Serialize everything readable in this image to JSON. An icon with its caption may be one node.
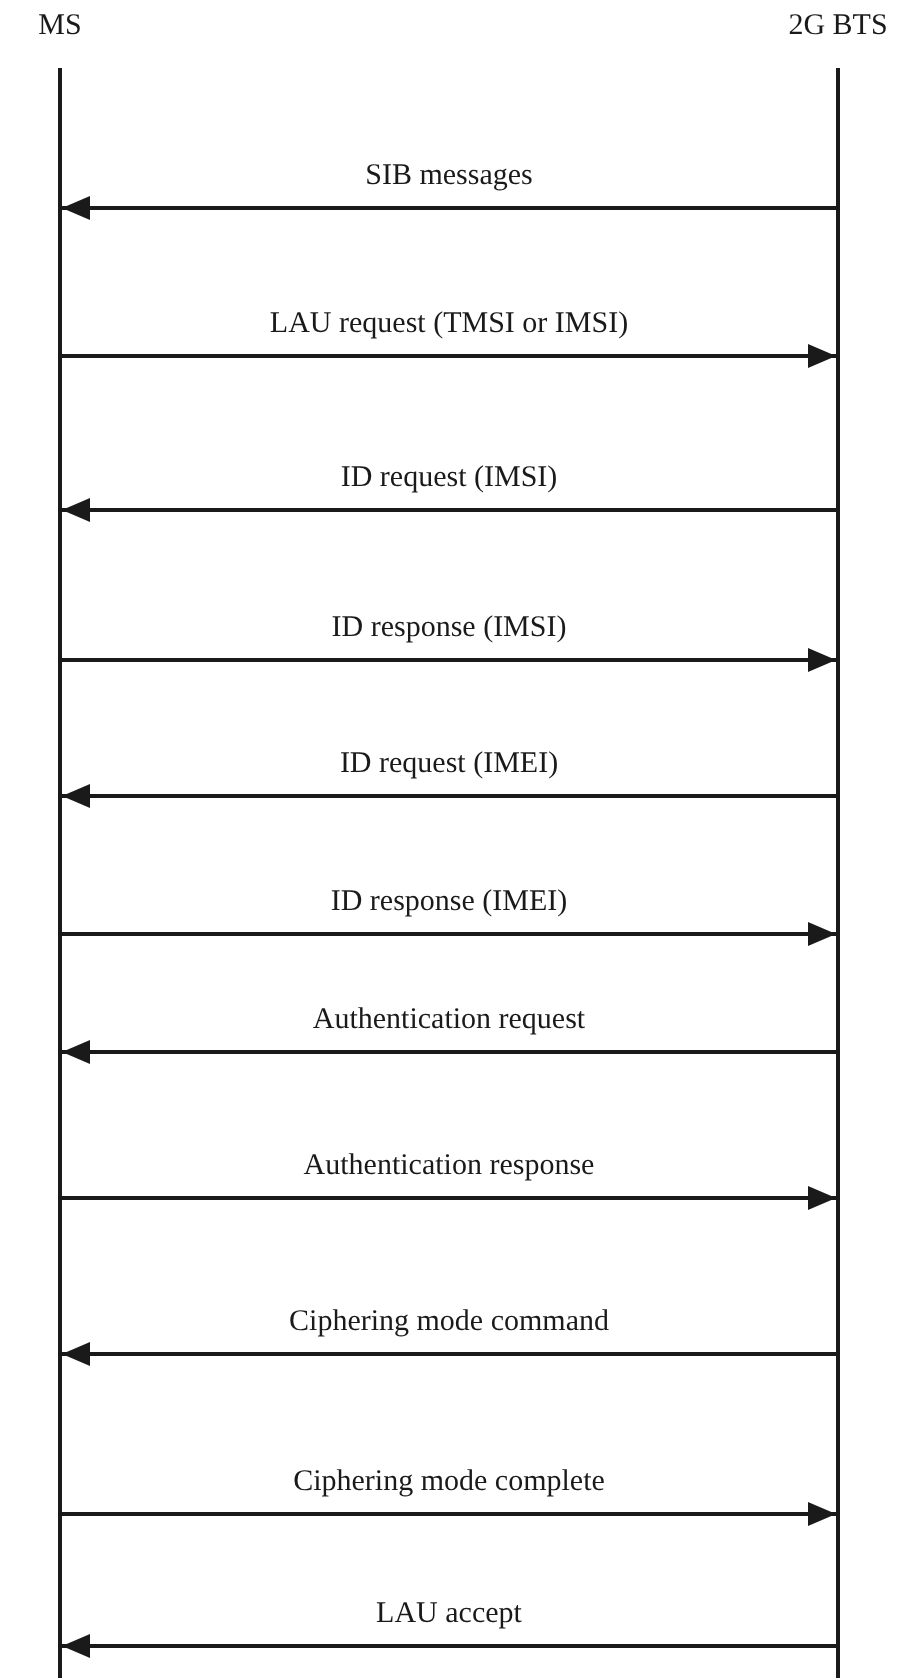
{
  "diagram": {
    "nodes": [
      {
        "text": [
          "MS"
        ]
      },
      {
        "text": [
          "2G BTS"
        ]
      }
    ],
    "edges": [
      {
        "from": 1,
        "to": 0,
        "arrow": "to",
        "label": "SIB messages"
      },
      {
        "from": 0,
        "to": 1,
        "arrow": "to",
        "label": "LAU request (TMSI or IMSI)"
      },
      {
        "from": 1,
        "to": 0,
        "arrow": "to",
        "label": "ID request (IMSI)"
      },
      {
        "from": 0,
        "to": 1,
        "arrow": "to",
        "label": "ID response (IMSI)"
      },
      {
        "from": 1,
        "to": 0,
        "arrow": "to",
        "label": "ID request (IMEI)"
      },
      {
        "from": 0,
        "to": 1,
        "arrow": "to",
        "label": "ID response (IMEI)"
      },
      {
        "from": 1,
        "to": 0,
        "arrow": "to",
        "label": "Authentication request"
      },
      {
        "from": 0,
        "to": 1,
        "arrow": "to",
        "label": "Authentication response"
      },
      {
        "from": 1,
        "to": 0,
        "arrow": "to",
        "label": "Ciphering mode command"
      },
      {
        "from": 0,
        "to": 1,
        "arrow": "to",
        "label": "Ciphering mode complete"
      },
      {
        "from": 1,
        "to": 0,
        "arrow": "to",
        "label": "LAU accept"
      }
    ]
  }
}
